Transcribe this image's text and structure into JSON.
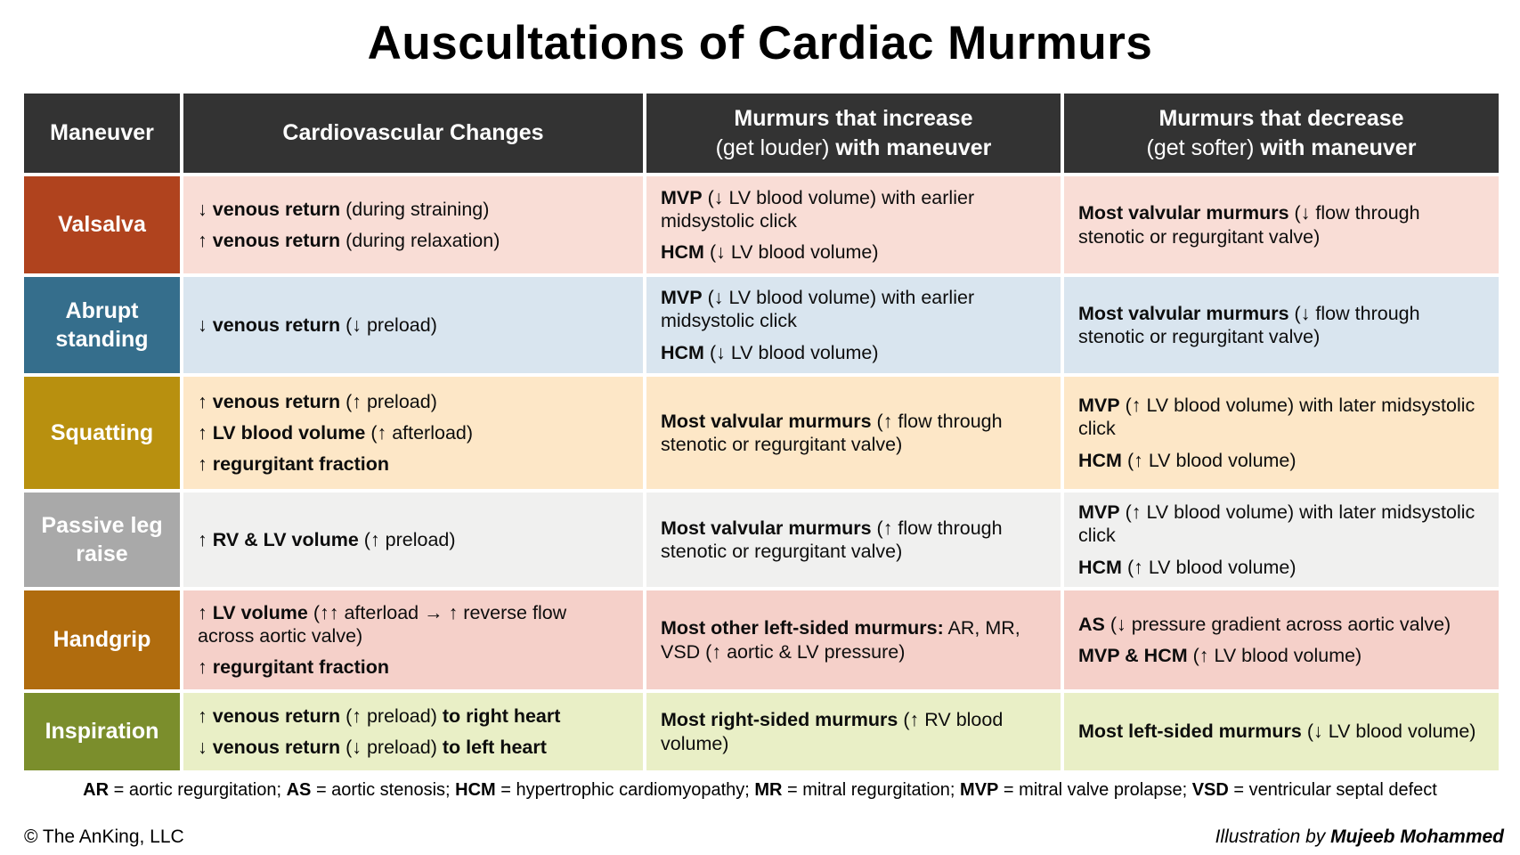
{
  "page": {
    "title": "Auscultations of Cardiac Murmurs",
    "copyright": "© The AnKing, LLC",
    "credit": [
      {
        "t": "Illustration by "
      },
      {
        "t": "Mujeeb Mohammed",
        "b": true
      }
    ],
    "legend": [
      {
        "t": "AR",
        "b": true
      },
      {
        "t": " = aortic regurgitation; "
      },
      {
        "t": "AS",
        "b": true
      },
      {
        "t": " = aortic stenosis; "
      },
      {
        "t": "HCM",
        "b": true
      },
      {
        "t": " = hypertrophic cardiomyopathy; "
      },
      {
        "t": "MR",
        "b": true
      },
      {
        "t": " = mitral regurgitation; "
      },
      {
        "t": "MVP",
        "b": true
      },
      {
        "t": " = mitral valve prolapse; "
      },
      {
        "t": "VSD",
        "b": true
      },
      {
        "t": " = ventricular septal defect"
      }
    ]
  },
  "colors": {
    "header_bg": "#333333",
    "page_bg": "#ffffff",
    "text": "#0d0d0d"
  },
  "table": {
    "header_bg": "#333333",
    "headers": {
      "maneuver": [
        [
          {
            "t": "Maneuver",
            "b": true
          }
        ]
      ],
      "changes": [
        [
          {
            "t": "Cardiovascular Changes",
            "b": true
          }
        ]
      ],
      "increase": [
        [
          {
            "t": "Murmurs that increase",
            "b": true
          }
        ],
        [
          {
            "t": "(get louder) "
          },
          {
            "t": "with maneuver",
            "b": true
          }
        ]
      ],
      "decrease": [
        [
          {
            "t": "Murmurs that decrease",
            "b": true
          }
        ],
        [
          {
            "t": "(get softer) "
          },
          {
            "t": "with maneuver",
            "b": true
          }
        ]
      ]
    },
    "rows": [
      {
        "maneuver": "Valsalva",
        "label_color": "#b0431e",
        "body_color": "#f9ddd6",
        "changes": [
          [
            {
              "t": "↓ "
            },
            {
              "t": "venous return",
              "b": true
            },
            {
              "t": " (during straining)"
            }
          ],
          [
            {
              "t": "↑ "
            },
            {
              "t": "venous return",
              "b": true
            },
            {
              "t": " (during relaxation)"
            }
          ]
        ],
        "increase": [
          [
            {
              "t": "MVP",
              "b": true
            },
            {
              "t": " (↓ LV blood volume) with earlier midsystolic click"
            }
          ],
          [
            {
              "t": "HCM",
              "b": true
            },
            {
              "t": " (↓ LV blood volume)"
            }
          ]
        ],
        "decrease": [
          [
            {
              "t": "Most valvular murmurs",
              "b": true
            },
            {
              "t": " (↓ flow through stenotic or regurgitant valve)"
            }
          ]
        ]
      },
      {
        "maneuver": "Abrupt standing",
        "label_color": "#356e8c",
        "body_color": "#d9e5ef",
        "changes": [
          [
            {
              "t": "↓ "
            },
            {
              "t": "venous return",
              "b": true
            },
            {
              "t": " (↓ preload)"
            }
          ]
        ],
        "increase": [
          [
            {
              "t": "MVP",
              "b": true
            },
            {
              "t": " (↓ LV blood volume) with earlier midsystolic click"
            }
          ],
          [
            {
              "t": "HCM",
              "b": true
            },
            {
              "t": " (↓ LV blood volume)"
            }
          ]
        ],
        "decrease": [
          [
            {
              "t": "Most valvular murmurs",
              "b": true
            },
            {
              "t": " (↓ flow through stenotic or regurgitant valve)"
            }
          ]
        ]
      },
      {
        "maneuver": "Squatting",
        "label_color": "#b8900f",
        "body_color": "#fde7c7",
        "changes": [
          [
            {
              "t": "↑ "
            },
            {
              "t": "venous return",
              "b": true
            },
            {
              "t": " (↑ preload)"
            }
          ],
          [
            {
              "t": "↑ "
            },
            {
              "t": "LV blood volume",
              "b": true
            },
            {
              "t": " (↑ afterload)"
            }
          ],
          [
            {
              "t": "↑ "
            },
            {
              "t": "regurgitant fraction",
              "b": true
            }
          ]
        ],
        "increase": [
          [
            {
              "t": "Most valvular murmurs",
              "b": true
            },
            {
              "t": " (↑ flow through stenotic or regurgitant valve)"
            }
          ]
        ],
        "decrease": [
          [
            {
              "t": "MVP",
              "b": true
            },
            {
              "t": " (↑ LV blood volume) with later midsystolic click"
            }
          ],
          [
            {
              "t": "HCM",
              "b": true
            },
            {
              "t": " (↑ LV blood volume)"
            }
          ]
        ]
      },
      {
        "maneuver": "Passive leg raise",
        "label_color": "#a9a9a9",
        "body_color": "#f0f0ef",
        "changes": [
          [
            {
              "t": "↑ "
            },
            {
              "t": "RV & LV volume",
              "b": true
            },
            {
              "t": " (↑ preload)"
            }
          ]
        ],
        "increase": [
          [
            {
              "t": "Most valvular murmurs",
              "b": true
            },
            {
              "t": " (↑ flow through stenotic or regurgitant valve)"
            }
          ]
        ],
        "decrease": [
          [
            {
              "t": "MVP",
              "b": true
            },
            {
              "t": " (↑ LV blood volume) with later midsystolic click"
            }
          ],
          [
            {
              "t": "HCM",
              "b": true
            },
            {
              "t": " (↑ LV blood volume)"
            }
          ]
        ]
      },
      {
        "maneuver": "Handgrip",
        "label_color": "#b06c0e",
        "body_color": "#f5d0c9",
        "changes": [
          [
            {
              "t": "↑ "
            },
            {
              "t": "LV volume",
              "b": true
            },
            {
              "t": " (↑↑ afterload → ↑ reverse flow across aortic valve)"
            }
          ],
          [
            {
              "t": "↑ "
            },
            {
              "t": "regurgitant fraction",
              "b": true
            }
          ]
        ],
        "increase": [
          [
            {
              "t": "Most other left-sided murmurs:",
              "b": true
            },
            {
              "t": " AR, MR, VSD (↑ aortic & LV pressure)"
            }
          ]
        ],
        "decrease": [
          [
            {
              "t": "AS",
              "b": true
            },
            {
              "t": " (↓ pressure gradient across aortic valve)"
            }
          ],
          [
            {
              "t": "MVP & HCM",
              "b": true
            },
            {
              "t": " (↑ LV blood volume)"
            }
          ]
        ]
      },
      {
        "maneuver": "Inspiration",
        "label_color": "#7b8e2c",
        "body_color": "#e9efc6",
        "changes": [
          [
            {
              "t": "↑ "
            },
            {
              "t": "venous return",
              "b": true
            },
            {
              "t": " (↑ preload) "
            },
            {
              "t": "to right heart",
              "b": true
            }
          ],
          [
            {
              "t": "↓ "
            },
            {
              "t": "venous return",
              "b": true
            },
            {
              "t": " (↓ preload) "
            },
            {
              "t": "to left heart",
              "b": true
            }
          ]
        ],
        "increase": [
          [
            {
              "t": "Most right-sided murmurs",
              "b": true
            },
            {
              "t": " (↑ RV blood volume)"
            }
          ]
        ],
        "decrease": [
          [
            {
              "t": "Most left-sided murmurs",
              "b": true
            },
            {
              "t": " (↓ LV blood volume)"
            }
          ]
        ]
      }
    ]
  }
}
